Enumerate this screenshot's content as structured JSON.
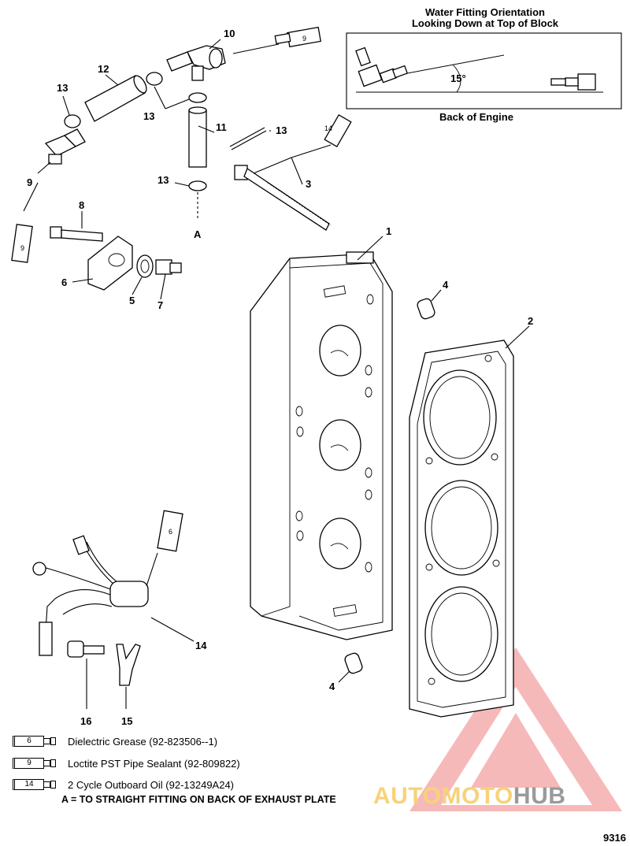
{
  "inset": {
    "title_line1": "Water Fitting Orientation",
    "title_line2": "Looking Down at Top of Block",
    "angle": "15°",
    "caption": "Back of Engine"
  },
  "callouts": {
    "c10": "10",
    "c12": "12",
    "c13a": "13",
    "c9a": "9",
    "c13b": "13",
    "c11": "11",
    "c13c": "13",
    "c13d": "13",
    "cA": "A",
    "c3": "3",
    "c8": "8",
    "c1": "1",
    "c6": "6",
    "c5": "5",
    "c7": "7",
    "c4a": "4",
    "c2": "2",
    "c14": "14",
    "c16": "16",
    "c15": "15",
    "c4b": "4"
  },
  "tubes": {
    "t9a": "9",
    "t14": "14",
    "t9b": "9",
    "t6": "6"
  },
  "legend": [
    {
      "number": "6",
      "text": "Dielectric Grease (92-823506--1)"
    },
    {
      "number": "9",
      "text": "Loctite PST Pipe Sealant (92-809822)"
    },
    {
      "number": "14",
      "text": "2 Cycle Outboard Oil (92-13249A24)"
    }
  ],
  "footnote": "A = TO STRAIGHT FITTING ON BACK OF EXHAUST PLATE",
  "figure_number": "9316",
  "watermark": {
    "part1": "AUTOMOTO",
    "part2": "HUB"
  }
}
